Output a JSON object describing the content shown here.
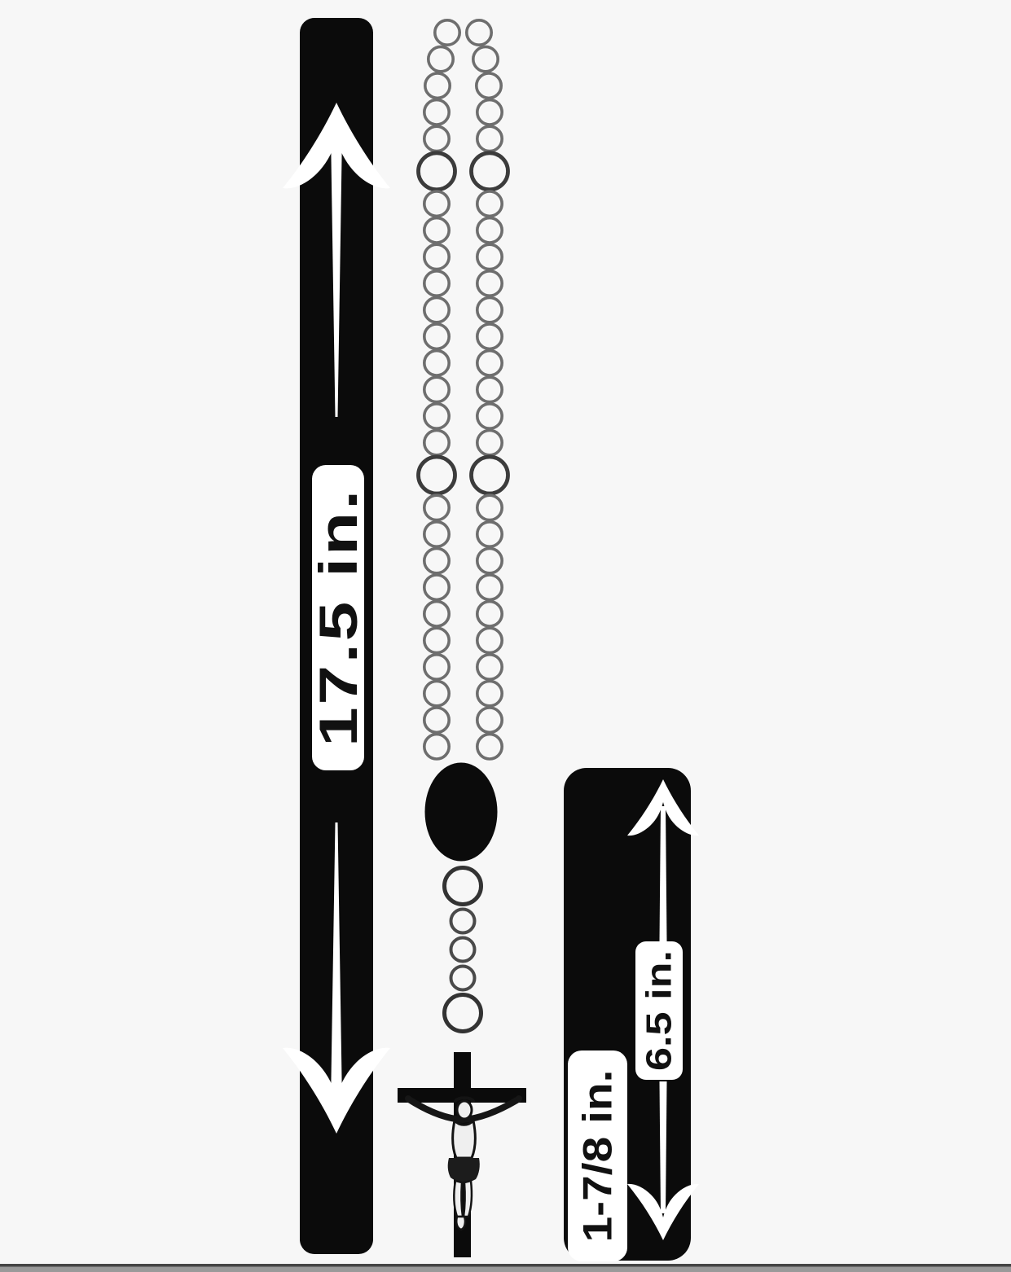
{
  "diagram": {
    "type": "product-dimension-diagram",
    "subject": "rosary",
    "measurements": {
      "overall": "17.5 in.",
      "drop": "6.5 in.",
      "crucifix": "1-7/8 in."
    },
    "icons": {
      "left_bar_top": "arrow-up",
      "left_bar_bottom": "arrow-down",
      "right_bar_top": "arrow-up",
      "right_bar_bottom": "arrow-down"
    },
    "colors": {
      "background": "#f7f7f7",
      "bar": "#0b0b0b",
      "arrow": "#ffffff",
      "label_bg": "#ffffff",
      "label_text": "#111111",
      "bead_stroke_small": "#6e6e6e",
      "bead_stroke_large": "#3c3c3c",
      "centerpiece": "#0b0b0b"
    },
    "rosary": {
      "columns": 2,
      "chain_pattern": [
        {
          "count": 5,
          "size": "small"
        },
        {
          "count": 1,
          "size": "large"
        },
        {
          "count": 10,
          "size": "small"
        },
        {
          "count": 1,
          "size": "large"
        },
        {
          "count": 10,
          "size": "small"
        }
      ],
      "centerpiece": "oval-bead",
      "pendant_pattern": [
        {
          "count": 1,
          "size": "large"
        },
        {
          "count": 3,
          "size": "small"
        },
        {
          "count": 1,
          "size": "large"
        }
      ],
      "terminal": "crucifix"
    }
  }
}
